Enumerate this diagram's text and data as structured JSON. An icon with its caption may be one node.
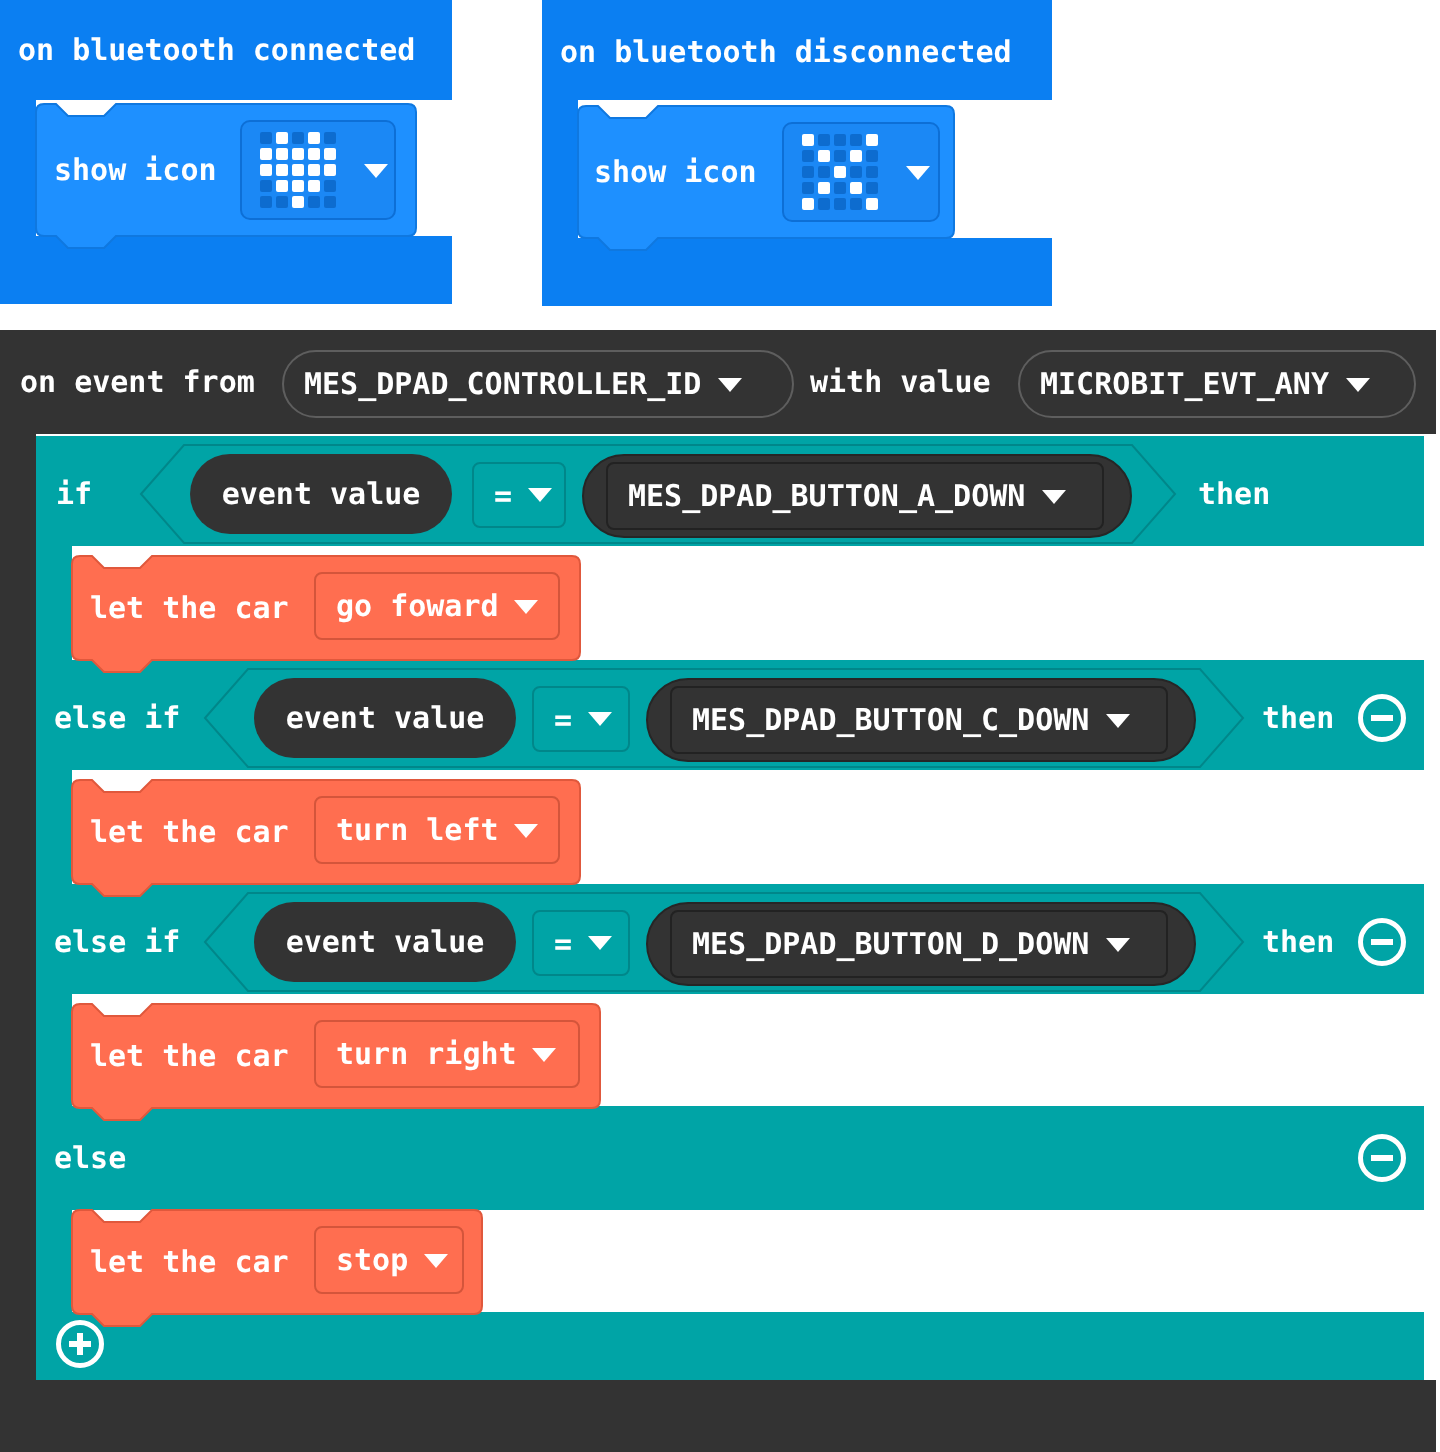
{
  "diagram": {
    "nodes": [
      {
        "text": [
          "on bluetooth connected"
        ]
      },
      {
        "text": [
          "show icon"
        ],
        "in": 0
      },
      {
        "text": [
          "on bluetooth disconnected"
        ]
      },
      {
        "text": [
          "show icon"
        ],
        "in": 2
      },
      {
        "text": [
          "on event from",
          "with value"
        ]
      },
      {
        "text": [
          "MES_DPAD_CONTROLLER_ID"
        ],
        "in": 4
      },
      {
        "text": [
          "MICROBIT_EVT_ANY"
        ],
        "in": 4
      },
      {
        "text": [
          "if",
          "then",
          "else if",
          "then",
          "else if",
          "then",
          "else"
        ],
        "in": 4
      },
      {
        "text": [],
        "shape": "hexagon",
        "in": 7
      },
      {
        "text": [
          "event value"
        ],
        "in": 8
      },
      {
        "text": [
          "="
        ],
        "in": 8
      },
      {
        "text": [
          "MES_DPAD_BUTTON_A_DOWN"
        ],
        "in": 8
      },
      {
        "text": [
          "let the car"
        ],
        "in": 7
      },
      {
        "text": [
          "go foward"
        ],
        "in": 12
      },
      {
        "text": [],
        "shape": "hexagon",
        "in": 7
      },
      {
        "text": [
          "event value"
        ],
        "in": 14
      },
      {
        "text": [
          "="
        ],
        "in": 14
      },
      {
        "text": [
          "MES_DPAD_BUTTON_C_DOWN"
        ],
        "in": 14
      },
      {
        "text": [
          "let the car"
        ],
        "in": 7
      },
      {
        "text": [
          "turn left"
        ],
        "in": 18
      },
      {
        "text": [],
        "shape": "hexagon",
        "in": 7
      },
      {
        "text": [
          "event value"
        ],
        "in": 20
      },
      {
        "text": [
          "="
        ],
        "in": 20
      },
      {
        "text": [
          "MES_DPAD_BUTTON_D_DOWN"
        ],
        "in": 20
      },
      {
        "text": [
          "let the car"
        ],
        "in": 7
      },
      {
        "text": [
          "turn right"
        ],
        "in": 24
      },
      {
        "text": [
          "let the car"
        ],
        "in": 7
      },
      {
        "text": [
          "stop"
        ],
        "in": 26
      }
    ]
  }
}
